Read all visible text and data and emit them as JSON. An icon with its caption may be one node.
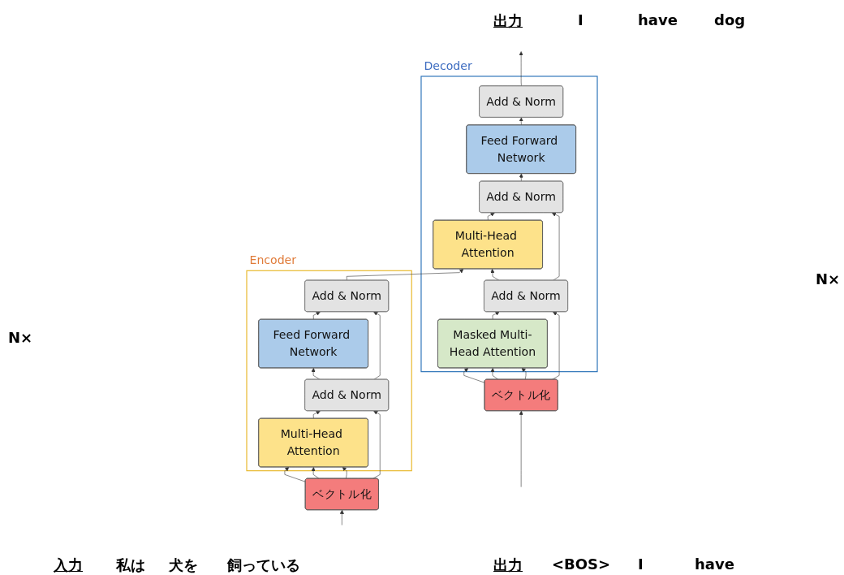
{
  "diagram": {
    "nodes": [
      {
        "text": [
          "Encoder"
        ]
      },
      {
        "text": [
          "Add & Norm"
        ],
        "in": 0
      },
      {
        "text": [
          "Feed Forward Network"
        ],
        "in": 0
      },
      {
        "text": [
          "Add & Norm"
        ],
        "in": 0
      },
      {
        "text": [
          "Multi-Head Attention"
        ],
        "in": 0
      },
      {
        "text": [
          "ベクトル化"
        ]
      },
      {
        "text": [
          "Decoder"
        ]
      },
      {
        "text": [
          "Add & Norm"
        ],
        "in": 6
      },
      {
        "text": [
          "Feed Forward Network"
        ],
        "in": 6
      },
      {
        "text": [
          "Add & Norm"
        ],
        "in": 6
      },
      {
        "text": [
          "Multi-Head Attention"
        ],
        "in": 6
      },
      {
        "text": [
          "Add & Norm"
        ],
        "in": 6
      },
      {
        "text": [
          "Masked Multi-Head Attention"
        ],
        "in": 6
      },
      {
        "text": [
          "ベクトル化"
        ]
      }
    ],
    "edges": [
      {
        "from": null,
        "to": 5,
        "arrow": "to"
      },
      {
        "from": 5,
        "to": 4,
        "arrow": "to"
      },
      {
        "from": 5,
        "to": 4,
        "arrow": "to"
      },
      {
        "from": 5,
        "to": 4,
        "arrow": "to"
      },
      {
        "from": 5,
        "to": 3,
        "arrow": "to"
      },
      {
        "from": 4,
        "to": 3,
        "arrow": "to"
      },
      {
        "from": 3,
        "to": 2,
        "arrow": "to"
      },
      {
        "from": 3,
        "to": 1,
        "arrow": "to"
      },
      {
        "from": 2,
        "to": 1,
        "arrow": "to"
      },
      {
        "from": 1,
        "to": 10,
        "arrow": "to"
      },
      {
        "from": null,
        "to": 13,
        "arrow": "to"
      },
      {
        "from": 13,
        "to": 12,
        "arrow": "to"
      },
      {
        "from": 13,
        "to": 12,
        "arrow": "to"
      },
      {
        "from": 13,
        "to": 12,
        "arrow": "to"
      },
      {
        "from": 13,
        "to": 11,
        "arrow": "to"
      },
      {
        "from": 12,
        "to": 11,
        "arrow": "to"
      },
      {
        "from": 11,
        "to": 10,
        "arrow": "to"
      },
      {
        "from": 11,
        "to": 9,
        "arrow": "to"
      },
      {
        "from": 10,
        "to": 9,
        "arrow": "to"
      },
      {
        "from": 9,
        "to": 8,
        "arrow": "to"
      },
      {
        "from": 8,
        "to": 7,
        "arrow": "to"
      },
      {
        "from": 7,
        "to": null,
        "arrow": "to"
      }
    ],
    "labels": [
      "出力",
      "I",
      "have",
      "dog",
      "N×",
      "N×",
      "入力",
      "私は",
      "犬を",
      "飼っている",
      "出力",
      "<BOS>",
      "I",
      "have"
    ]
  }
}
